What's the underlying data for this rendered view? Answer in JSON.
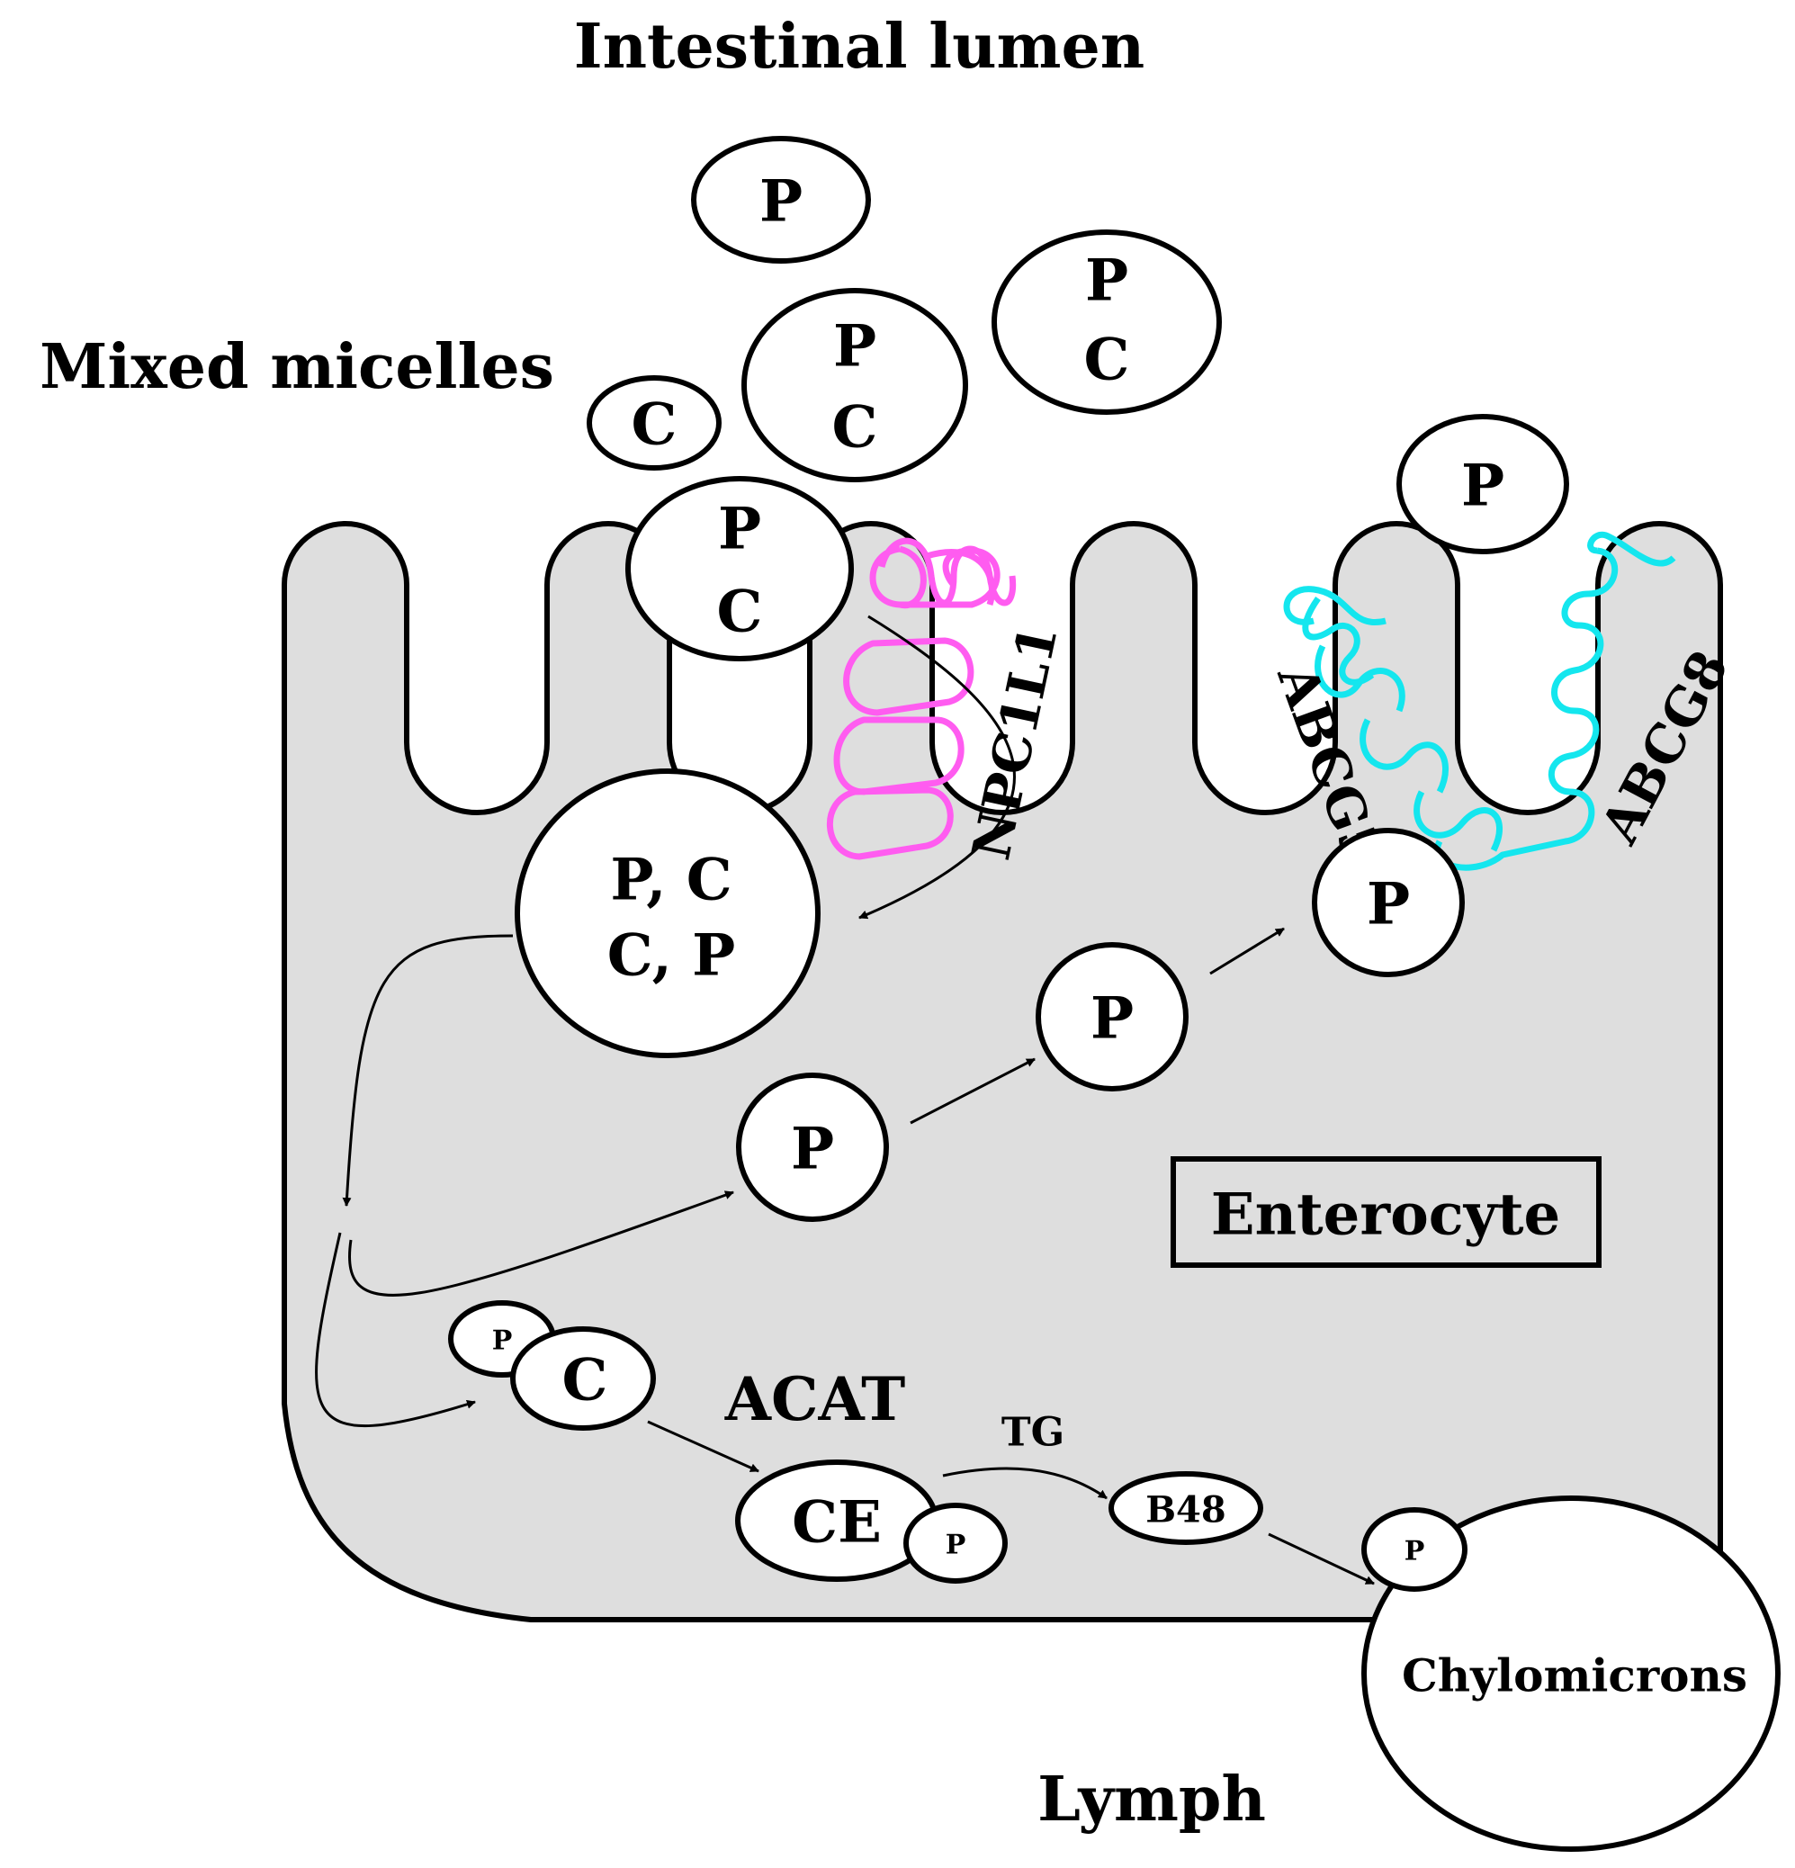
{
  "labels": {
    "lumen": "Intestinal lumen",
    "micelles": "Mixed micelles",
    "lymph": "Lymph",
    "enterocyte": "Enterocyte",
    "acat": "ACAT",
    "tg": "TG",
    "npc1l1": "NPC1L1",
    "abcg5": "ABCG5",
    "abcg8": "ABCG8",
    "b48": "B48",
    "ce": "CE",
    "chylomicrons": "Chylomicrons"
  },
  "glyphs": {
    "p": "P",
    "c": "C",
    "pc1": "P, C",
    "pc2": "C, P"
  },
  "colors": {
    "cell_fill": "#dedede",
    "npc1l1": "#ff5cf0",
    "abcg": "#14e6ee",
    "outline": "#000000"
  }
}
